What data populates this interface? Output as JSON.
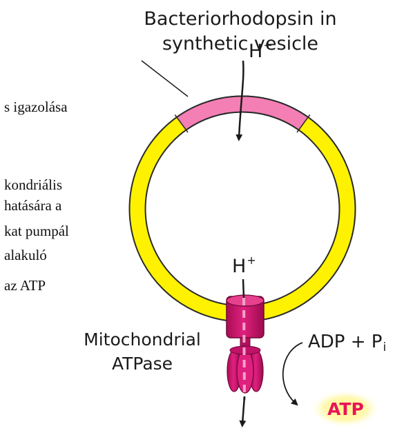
{
  "background_text": {
    "line1": "s igazolása",
    "line2": "kondriális",
    "line3": "hatására a",
    "line4": "kat pumpál",
    "line5": "alakuló",
    "line6": "az ATP"
  },
  "labels": {
    "title_line1": "Bacteriorhodopsin in",
    "title_line2": "synthetic vesicle",
    "h_plus_top": "H",
    "h_plus_top_sup": "+",
    "h_plus_bottom": "H",
    "h_plus_bottom_sup": "+",
    "mito_line1": "Mitochondrial",
    "mito_line2": "ATPase",
    "adp_text": "ADP + P",
    "adp_sub": "i",
    "atp_text": "ATP"
  },
  "colors": {
    "vesicle": "#fff200",
    "vesicle_outline": "#2a2a2a",
    "bacteriorhodopsin": "#f47fb5",
    "atpase": "#d4136f",
    "atpase_dark": "#8a0a47",
    "atp_text": "#e8145a",
    "atp_glow": "#fff58a"
  }
}
